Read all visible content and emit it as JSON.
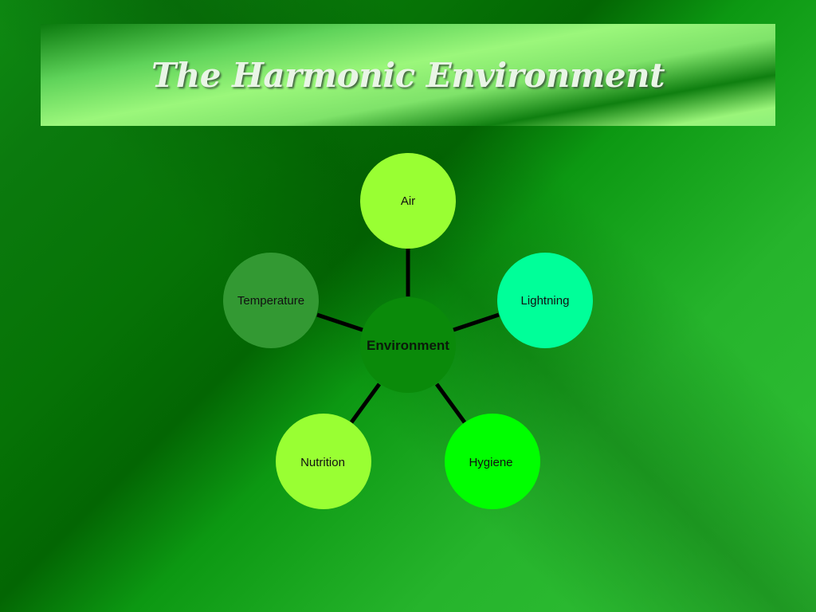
{
  "title": "The Harmonic Environment",
  "diagram": {
    "center": {
      "label": "Environment",
      "color": "#0a8a0a"
    },
    "nodes": [
      {
        "label": "Air",
        "color": "#99ff33"
      },
      {
        "label": "Lightning",
        "color": "#00ff99"
      },
      {
        "label": "Hygiene",
        "color": "#00ff00"
      },
      {
        "label": "Nutrition",
        "color": "#99ff33"
      },
      {
        "label": "Temperature",
        "color": "#339933"
      }
    ]
  }
}
